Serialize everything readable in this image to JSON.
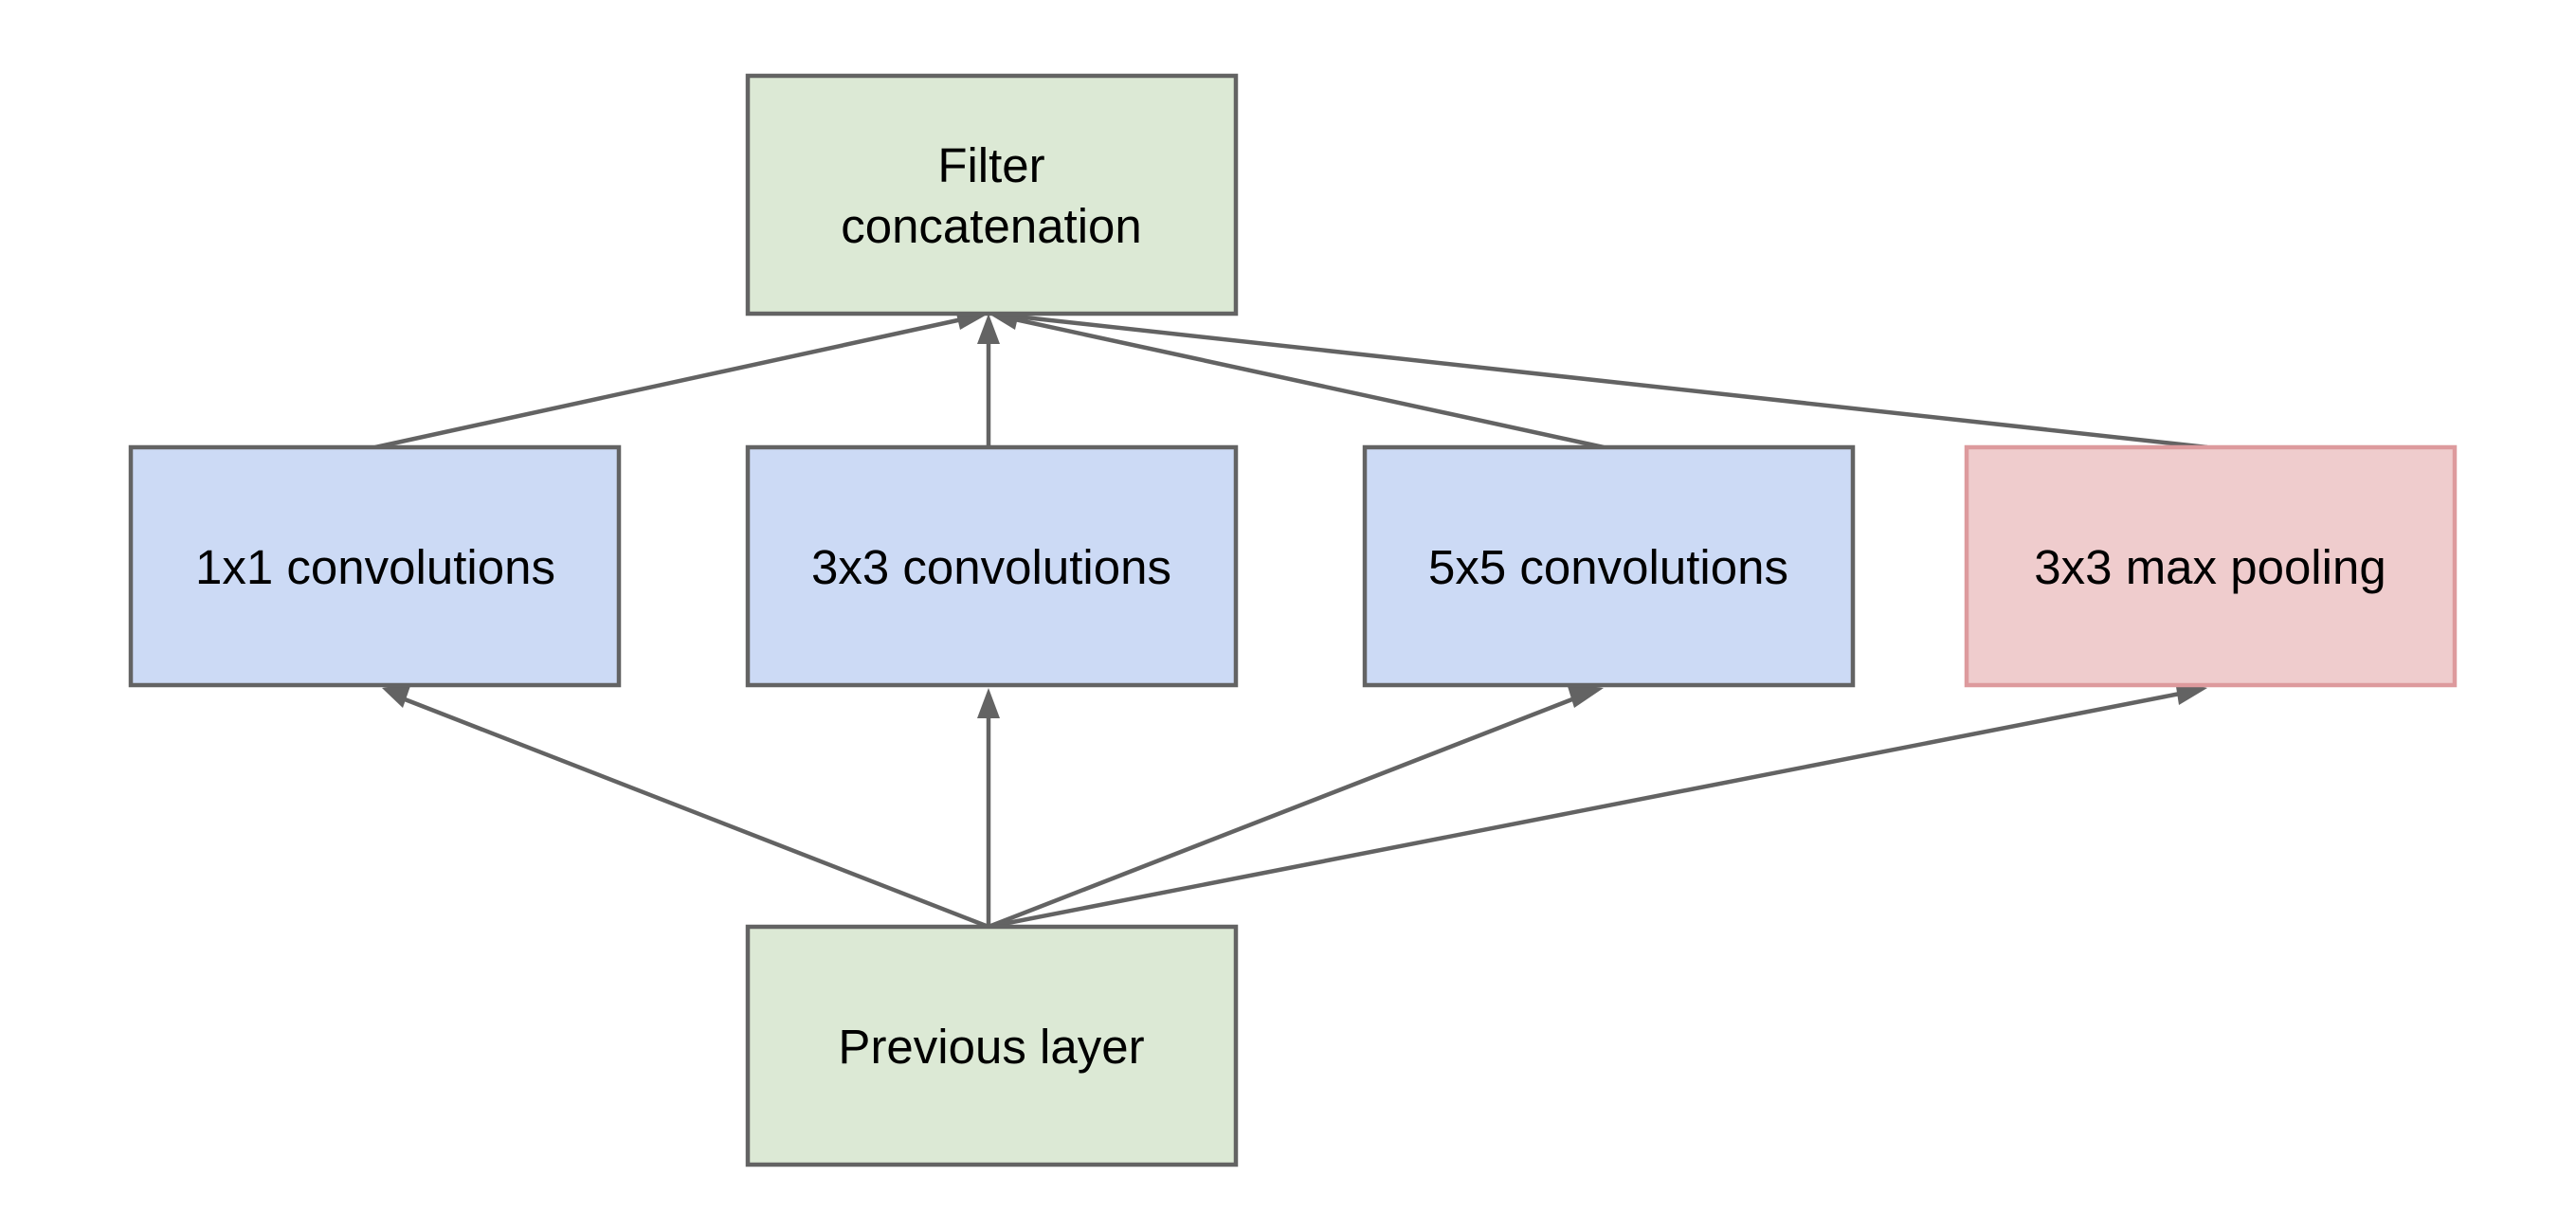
{
  "colors": {
    "stroke": "#636363",
    "green_fill": "#dce9d5",
    "blue_fill": "#ccdaf5",
    "pink_fill": "#efcccd",
    "pink_stroke": "#dd9a9d",
    "text": "#000000"
  },
  "nodes": {
    "filter_concat": {
      "line1": "Filter",
      "line2": "concatenation"
    },
    "conv1x1": {
      "label": "1x1 convolutions"
    },
    "conv3x3": {
      "label": "3x3 convolutions"
    },
    "conv5x5": {
      "label": "5x5 convolutions"
    },
    "maxpool": {
      "label": "3x3 max pooling"
    },
    "previous_layer": {
      "label": "Previous layer"
    }
  },
  "edges": [
    {
      "from": "previous_layer",
      "to": "conv1x1"
    },
    {
      "from": "previous_layer",
      "to": "conv3x3"
    },
    {
      "from": "previous_layer",
      "to": "conv5x5"
    },
    {
      "from": "previous_layer",
      "to": "maxpool"
    },
    {
      "from": "conv1x1",
      "to": "filter_concat"
    },
    {
      "from": "conv3x3",
      "to": "filter_concat"
    },
    {
      "from": "conv5x5",
      "to": "filter_concat"
    },
    {
      "from": "maxpool",
      "to": "filter_concat"
    }
  ]
}
